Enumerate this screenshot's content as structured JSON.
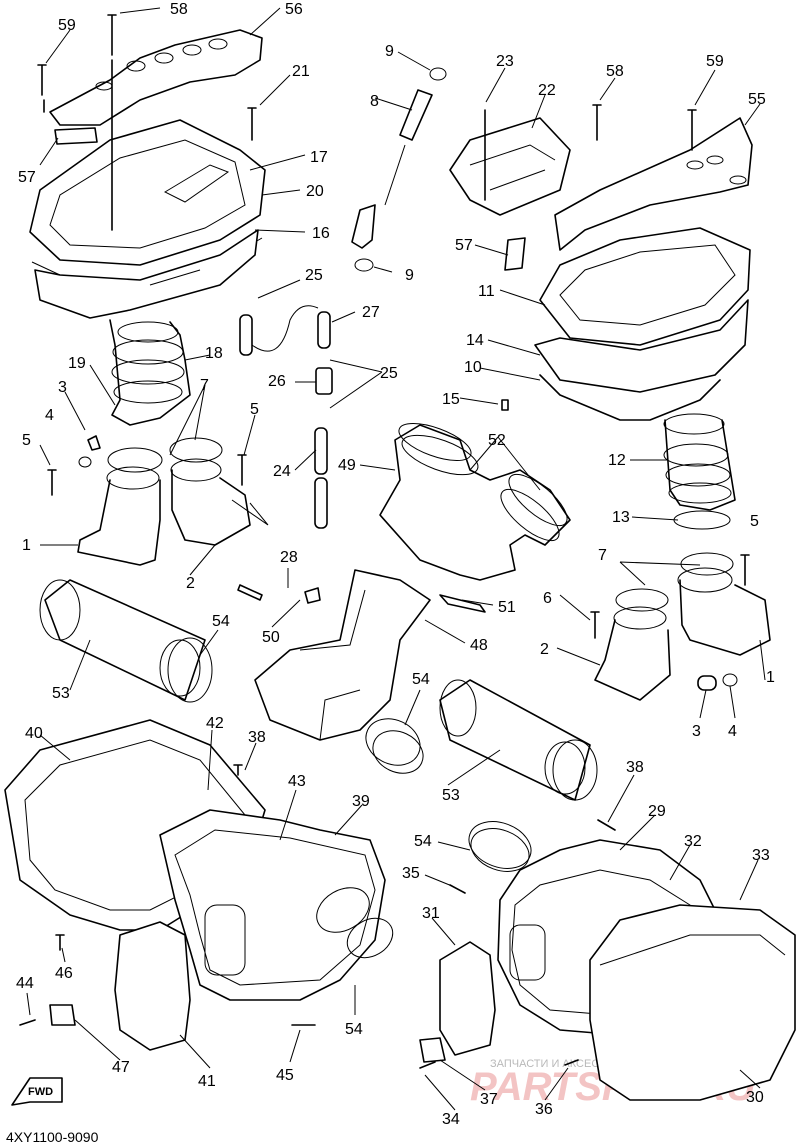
{
  "diagram": {
    "code": "4XY1100-9090",
    "fwd_label": "FWD",
    "watermark": {
      "tagline": "ЗАПЧАСТИ И АКСЕССУАРЫ ДЛЯ МОТОТЕХНИКИ",
      "brand": "PARTSFOR.RU"
    },
    "callouts": {
      "c1a": "1",
      "c1b": "1",
      "c2a": "2",
      "c2b": "2",
      "c3a": "3",
      "c3b": "3",
      "c4a": "4",
      "c4b": "4",
      "c5a": "5",
      "c5b": "5",
      "c5c": "5",
      "c6": "6",
      "c7a": "7",
      "c7b": "7",
      "c8": "8",
      "c9a": "9",
      "c9b": "9",
      "c10": "10",
      "c11": "11",
      "c12": "12",
      "c13": "13",
      "c14": "14",
      "c15": "15",
      "c16": "16",
      "c17": "17",
      "c18": "18",
      "c19": "19",
      "c20": "20",
      "c21": "21",
      "c22": "22",
      "c23": "23",
      "c24": "24",
      "c25a": "25",
      "c25b": "25",
      "c26": "26",
      "c27": "27",
      "c28": "28",
      "c29": "29",
      "c30": "30",
      "c31": "31",
      "c32": "32",
      "c33": "33",
      "c34": "34",
      "c35": "35",
      "c36": "36",
      "c37": "37",
      "c38a": "38",
      "c38b": "38",
      "c39": "39",
      "c40": "40",
      "c41": "41",
      "c42": "42",
      "c43": "43",
      "c44": "44",
      "c45": "45",
      "c46": "46",
      "c47": "47",
      "c48": "48",
      "c49": "49",
      "c50": "50",
      "c51": "51",
      "c52": "52",
      "c53a": "53",
      "c53b": "53",
      "c54a": "54",
      "c54b": "54",
      "c54c": "54",
      "c54d": "54",
      "c55": "55",
      "c56": "56",
      "c57a": "57",
      "c57b": "57",
      "c58a": "58",
      "c58b": "58",
      "c59a": "59",
      "c59b": "59"
    }
  }
}
